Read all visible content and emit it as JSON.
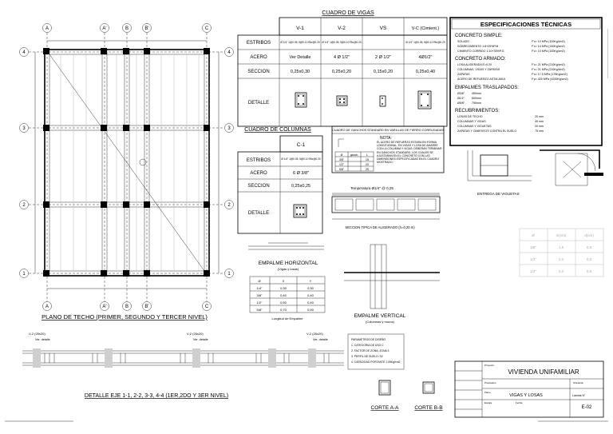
{
  "plan": {
    "title": "PLANO DE TECHO (PRIMER, SEGUNDO Y TERCER NIVEL)",
    "grid_top": [
      "A",
      "A'",
      "B",
      "B'",
      "C"
    ],
    "grid_bottom": [
      "A",
      "A'",
      "B",
      "B'",
      "C"
    ],
    "grid_rows": [
      "4",
      "3",
      "2",
      "1"
    ]
  },
  "vigas_table": {
    "title": "CUADRO DE VIGAS",
    "columns": [
      "V-1",
      "V-2",
      "VS",
      "V-C (Cimient.)"
    ],
    "rows": [
      {
        "label": "ESTRIBOS",
        "cells": [
          "Ø 1/4\" 1@0.05, 5@0.10 Rto@0.20",
          "Ø 1/4\" 1@0.05, 5@0.10 Rto@0.20",
          "",
          "Ø 1/4\" 1@0.05, 5@0.10 Rto@0.20"
        ]
      },
      {
        "label": "ACERO",
        "cells": [
          "Ver Detalle",
          "4 Ø 1/2\"",
          "2 Ø 1/2\"",
          "4Ø1/2\""
        ]
      },
      {
        "label": "SECCION",
        "cells": [
          "0,25x0,30",
          "0,25x0,20",
          "0,15x0,20",
          "0,25x0,40"
        ]
      },
      {
        "label": "DETALLE",
        "cells": [
          "",
          "",
          "",
          ""
        ]
      }
    ]
  },
  "columnas_table": {
    "title": "CUADRO DE COLUMNAS",
    "column": "C-1",
    "rows": [
      {
        "label": "ESTRIBOS",
        "cell": "Ø 1/4\" 1@0.05, 5@0.10 Rto@0.20"
      },
      {
        "label": "ACERO",
        "cell": "6 Ø 3/8\""
      },
      {
        "label": "SECCION",
        "cell": "0,25x0,25"
      },
      {
        "label": "DETALLE",
        "cell": ""
      }
    ]
  },
  "ganchos": {
    "title": "CUADRO DE GANCHOS STANDARD EN VARILLAS DE FIERRO CORRUGADAS",
    "nota_title": "NOTA:",
    "nota": "EL ACERO DE REFUERZO ESTARA EN FORMA LONGITUDINAL, EN VIGAS Y LOSA DE AMARRE CON LA COLUMNA Y VIGAS; DEBERAN TERMINAR EN GANCHOS STANDARD. LOS CUALES SE AJUSTARAN EN EL CONCRETO CON LAS DIMENSIONES ESPECIFICADAS EN EL CUADRO MOSTRADO.",
    "header": [
      "Ø",
      "ganch.",
      "L"
    ],
    "rows": [
      [
        "3/8\"",
        "",
        "15"
      ],
      [
        "1/2\"",
        "",
        "20"
      ],
      [
        "5/8\"",
        "",
        "25"
      ]
    ]
  },
  "aligerado": {
    "temperature_label": "Temperatura Ø1/4\" @ 0,25",
    "title": "SECCION TIPICA DE ALIGERADO (h=0,20 m)"
  },
  "especificaciones": {
    "title": "ESPECIFICACIONES TÉCNICAS",
    "concreto_simple": {
      "heading": "CONCRETO SIMPLE:",
      "items": [
        {
          "text": "SOLADO",
          "value": "F'c= 10 MPa (100Kg/cm2)"
        },
        {
          "text": "SOBRECIMIENTO 1:8+25%P.M",
          "value": "F'c= 14 MPa (140Kg/cm2)"
        },
        {
          "text": "CIMIENTO CORRIDO 1:10+30%P.G",
          "value": "F'c= 10 MPa (100Kg/cm2)"
        }
      ]
    },
    "concreto_armado": {
      "heading": "CONCRETO ARMADO:",
      "items": [
        {
          "text": "LOSA ALIGERADA E=0.20",
          "value": "F'c= 21 MPa (210Kg/cm2)"
        },
        {
          "text": "COLUMNAS, VIGAS Y ZAPATAS",
          "value": "F'c= 21 MPa (210Kg/cm2)"
        },
        {
          "text": "ZAPATAS",
          "value": "F'c= 17.5 MPa (175Kg/cm2)"
        },
        {
          "text": "ACERO DE REFUERZO ASTM-A615",
          "value": "F'y= 420 MPa (4200Kg/cm2)"
        }
      ]
    },
    "empalmes": {
      "heading": "EMPALMES TRASLAPADOS:",
      "items": [
        {
          "text": "Ø3/8\"",
          "value": "450mm"
        },
        {
          "text": "Ø1/2\"",
          "value": "600mm"
        },
        {
          "text": "Ø5/8\"",
          "value": "750mm"
        }
      ]
    },
    "recubrimientos": {
      "heading": "RECUBRIMIENTOS:",
      "items": [
        {
          "text": "LOSAS DE TECHO",
          "value": "20 mm"
        },
        {
          "text": "COLUMNAS Y VIGAS",
          "value": "40 mm"
        },
        {
          "text": "COLUMNAS Y VIGUETAS",
          "value": "20 mm"
        },
        {
          "text": "ZAPATAS Y CIMIENTOS CONTRA EL SUELO",
          "value": "75 mm"
        }
      ]
    }
  },
  "entrega": {
    "title": "ENTREGA DE VIGUETAS"
  },
  "empalme_h": {
    "title": "EMPALME HORIZONTAL",
    "subtitle": "(Vigas y losas)",
    "header": [
      "Ø",
      "X",
      "Y"
    ],
    "rows": [
      [
        "1/4\"",
        "0,30",
        "0,30"
      ],
      [
        "3/8\"",
        "0,40",
        "0,40"
      ],
      [
        "1/2\"",
        "0,50",
        "0,40"
      ],
      [
        "5/8\"",
        "0,70",
        "0,50"
      ]
    ],
    "note": "Longitud de Empalme"
  },
  "empalme_v": {
    "title": "EMPALME VERTICAL",
    "subtitle": "(Columnas y muros)"
  },
  "detalle_eje": {
    "title": "DETALLE EJE 1-1, 2-2, 3-3, 4-4 (1ER,2DO Y 3ER NIVEL)",
    "labels": [
      "V-2 (25x20)",
      "V-2 (25x20)",
      "V-2 (25x20)"
    ],
    "see": "Ver. detalle"
  },
  "notas_box": {
    "items": [
      "PARAMETROS DE DISEÑO",
      "1. CATEGORIA DE USO C",
      "2. FACTOR DE ZONA: ZONA 3",
      "3. PERFIL DE SUELO: S2",
      "4. CAPACIDAD PORTANTE 1.05Kg/cm2"
    ]
  },
  "cortes": {
    "a": "CORTE A-A",
    "b": "CORTE B-B"
  },
  "title_block": {
    "project": "VIVIENDA UNIFAMILIAR",
    "sheet_title": "VIGAS Y LOSAS",
    "sheet_number": "E-02",
    "sheet_label": "Lamina N°",
    "fields": [
      "Proyecto",
      "Propietario",
      "Ubicación",
      "Plano",
      "Escala",
      "Fecha"
    ]
  },
  "faint_table": {
    "header": [
      "Ø",
      "m(cm)",
      "d(cm)"
    ],
    "rows": [
      [
        "3/8\"",
        "1,5",
        "0,5"
      ],
      [
        "1/2\"",
        "2,0",
        "0,5"
      ],
      [
        "1/2\"",
        "2,0",
        "0,5"
      ]
    ]
  }
}
